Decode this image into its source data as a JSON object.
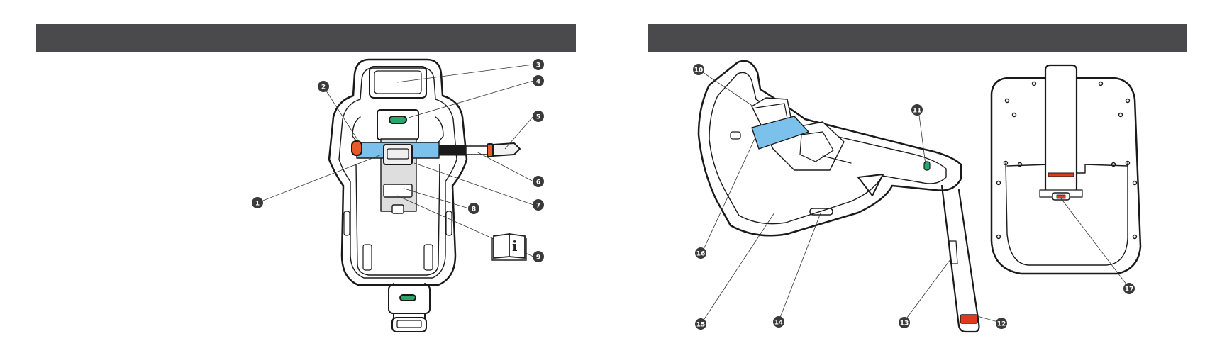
{
  "colors": {
    "header": "#4a4a4c",
    "outline": "#1a1a1a",
    "belt_blue": "#7cc0ec",
    "indicator_green": "#2aa66a",
    "accent_red": "#e0391f",
    "lock_orange": "#e85a2a",
    "callout_fill": "#3a3a3a"
  },
  "callouts": {
    "c1": "1",
    "c2": "2",
    "c3": "3",
    "c4": "4",
    "c5": "5",
    "c6": "6",
    "c7": "7",
    "c8": "8",
    "c9": "9",
    "c10": "10",
    "c11": "11",
    "c12": "12",
    "c13": "13",
    "c14": "14",
    "c15": "15",
    "c16": "16",
    "c17": "17"
  },
  "icons": {
    "manual": "open-book-info-icon"
  }
}
